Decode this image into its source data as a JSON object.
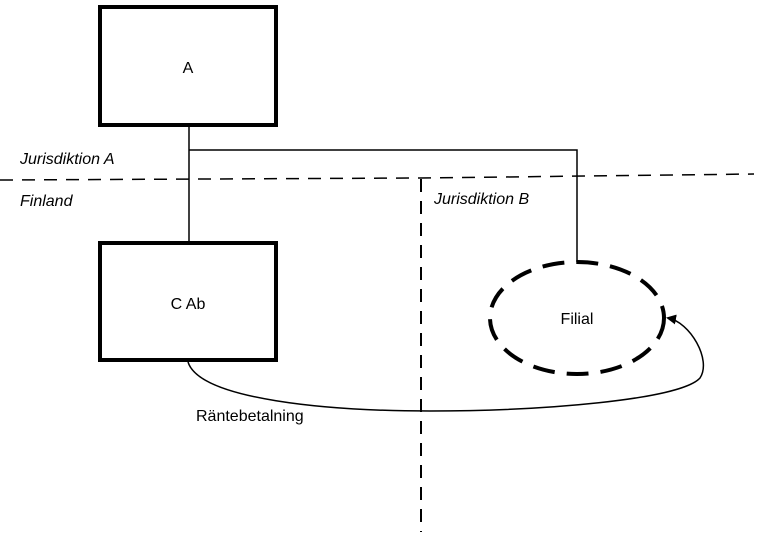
{
  "diagram": {
    "entities": {
      "a": {
        "label": "A",
        "shape": "rectangle"
      },
      "c_ab": {
        "label": "C Ab",
        "shape": "rectangle"
      },
      "filial": {
        "label": "Filial",
        "shape": "dashed-ellipse"
      }
    },
    "regions": {
      "jurisdiction_a": {
        "label": "Jurisdiktion A"
      },
      "finland": {
        "label": "Finland"
      },
      "jurisdiction_b": {
        "label": "Jurisdiktion B"
      }
    },
    "flows": [
      {
        "from": "C Ab",
        "to": "Filial",
        "label": "Räntebetalning",
        "type": "curved-arrow"
      }
    ],
    "ownership_links": [
      {
        "from": "A",
        "to": "C Ab"
      },
      {
        "from": "A",
        "to": "Filial"
      }
    ],
    "colors": {
      "stroke": "#000000",
      "background": "#ffffff"
    }
  }
}
